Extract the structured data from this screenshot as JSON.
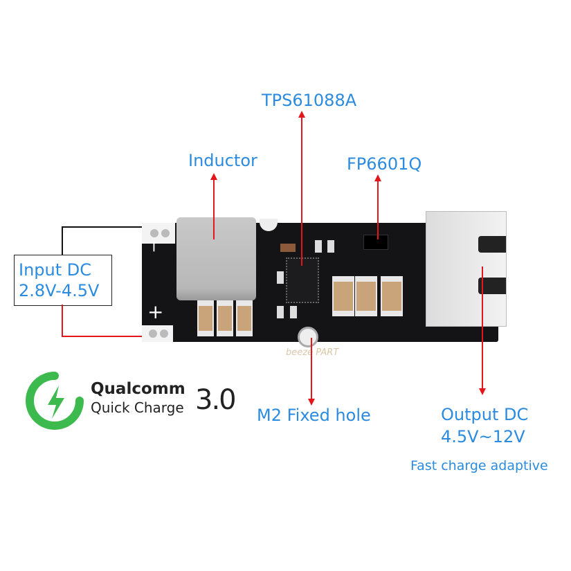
{
  "labels": {
    "chip_main": "TPS61088A",
    "inductor": "Inductor",
    "chip_qc": "FP6601Q",
    "input_title": "Input DC",
    "input_range": "2.8V-4.5V",
    "minus": "−",
    "plus": "+",
    "hole": "M2 Fixed hole",
    "output_title": "Output DC",
    "output_range": "4.5V~12V",
    "fast_charge": "Fast charge adaptive"
  },
  "logo": {
    "brand": "Qualcomm",
    "product": "Quick Charge",
    "version": "3.0"
  },
  "watermark": "beeze PART",
  "colors": {
    "label": "#2b8be0",
    "arrow": "#e3161b",
    "logo_green": "#3dba4e",
    "board": "#141417"
  }
}
